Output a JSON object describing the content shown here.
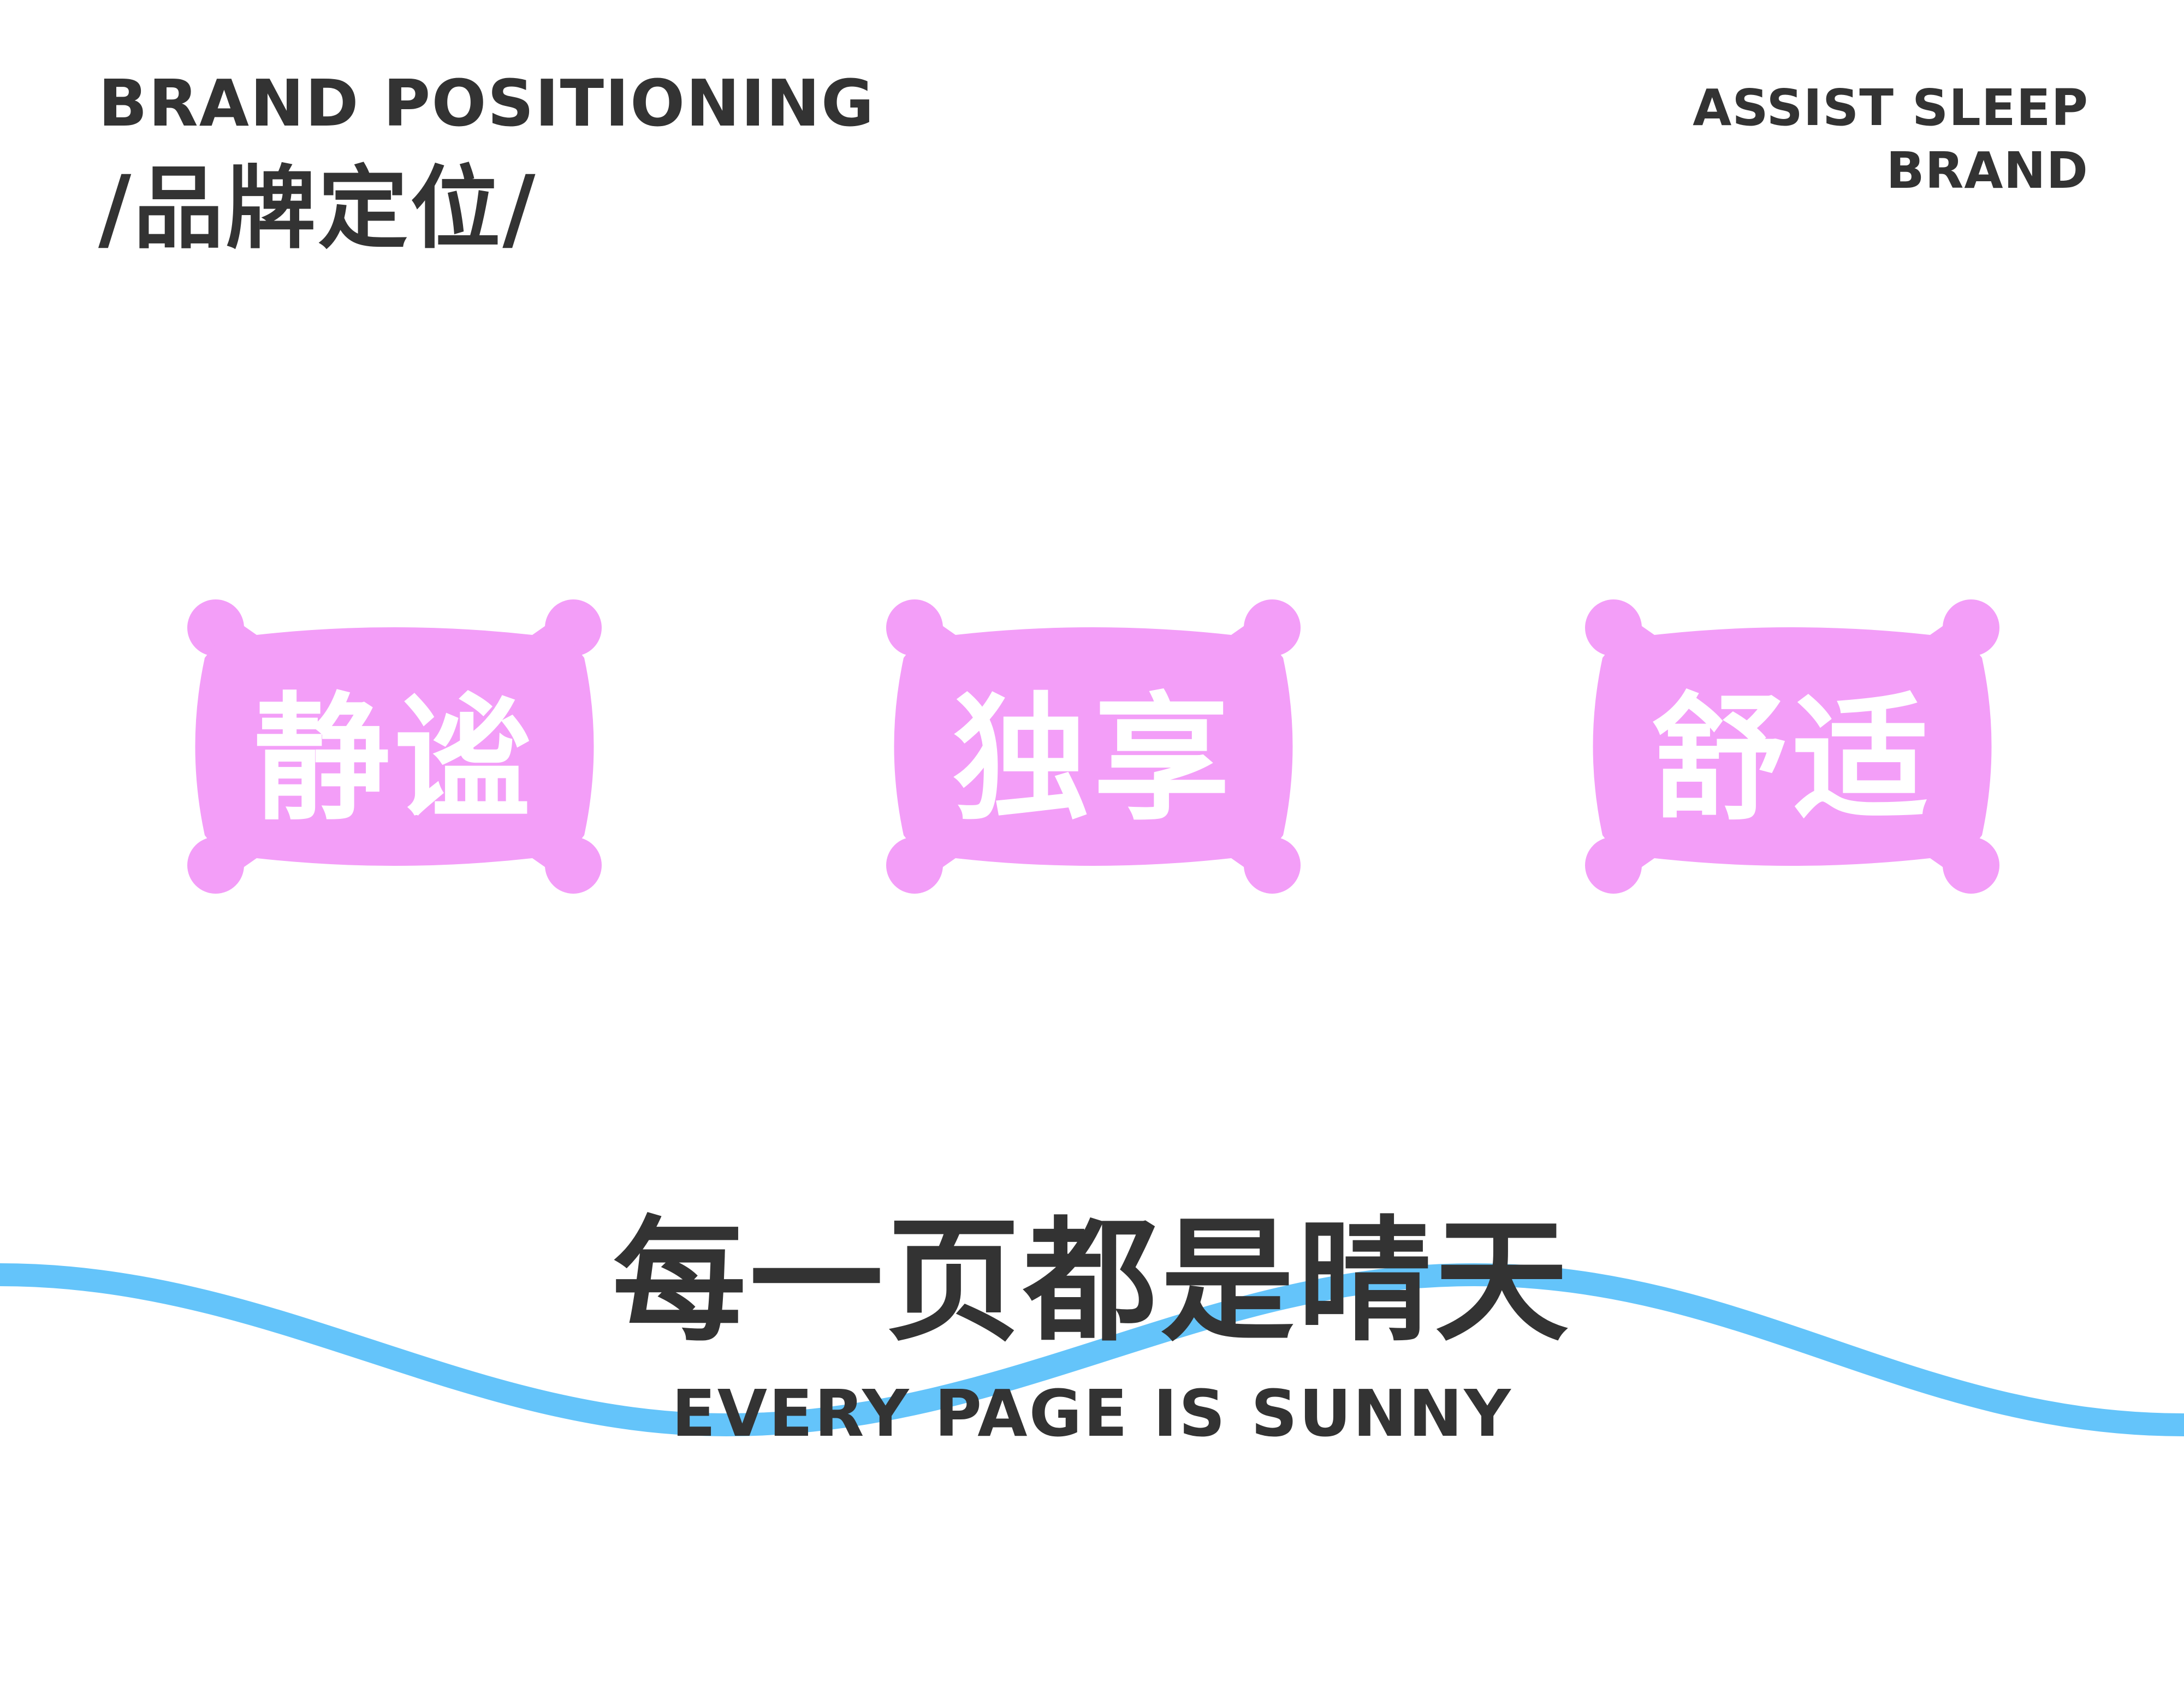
{
  "header": {
    "title_en": "BRAND POSITIONING",
    "title_cn": "/品牌定位/"
  },
  "brand_tag": {
    "line1": "ASSIST SLEEP",
    "line2": "BRAND"
  },
  "pillows": [
    {
      "label": "静谧"
    },
    {
      "label": "独享"
    },
    {
      "label": "舒适"
    }
  ],
  "slogan": {
    "cn": "每一页都是晴天",
    "en": "EVERY PAGE IS SUNNY"
  },
  "colors": {
    "text": "#333333",
    "pillow": "#F39EF8",
    "wave": "#64C4FA",
    "background": "#FFFFFF"
  }
}
